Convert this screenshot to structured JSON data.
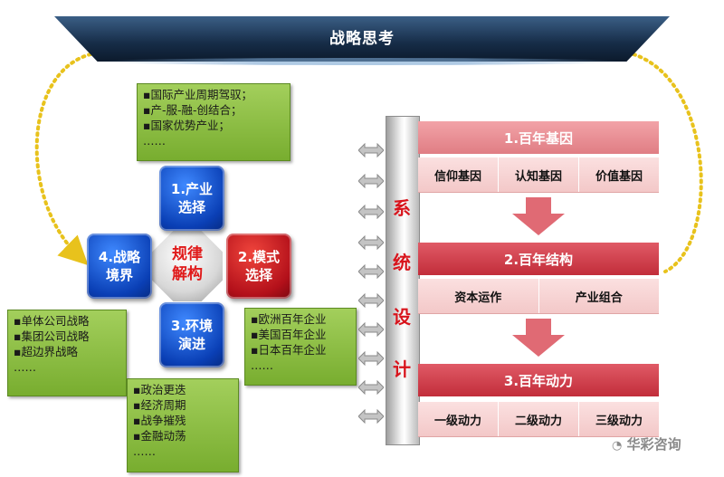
{
  "banner": {
    "title": "战略思考"
  },
  "center": {
    "title": "规律\n解构"
  },
  "tiles": {
    "industry": "1.产业\n选择",
    "mode": "2.模式\n选择",
    "environment": "3.环境\n演进",
    "boundary": "4.战略\n境界"
  },
  "notes": {
    "industry": [
      "▪国际产业周期驾驭；",
      "▪产-服-融-创结合；",
      "▪国家优势产业；",
      "……"
    ],
    "mode": [
      "▪欧洲百年企业",
      "▪美国百年企业",
      "▪日本百年企业",
      "……"
    ],
    "environment": [
      "▪政治更迭",
      "▪经济周期",
      "▪战争摧残",
      "▪金融动荡",
      "……"
    ],
    "boundary": [
      "▪单体公司战略",
      "▪集团公司战略",
      "▪超边界战略",
      "……"
    ]
  },
  "system": {
    "chars": [
      "系",
      "统",
      "设",
      "计"
    ]
  },
  "blocks": [
    {
      "title": "1.百年基因",
      "items": [
        "信仰基因",
        "认知基因",
        "价值基因"
      ]
    },
    {
      "title": "2.百年结构",
      "items": [
        "资本运作",
        "产业组合"
      ]
    },
    {
      "title": "3.百年动力",
      "items": [
        "一级动力",
        "二级动力",
        "三级动力"
      ]
    }
  ],
  "watermark": "华彩咨询",
  "colors": {
    "banner": "#1e3a5c",
    "note_green": "#8cc043",
    "tile_blue": "#0a44c4",
    "tile_red": "#c8141e",
    "header_red": "#d23c48",
    "row_pink": "#f8d4d4",
    "accent_red": "#d8141c",
    "loop_dots": "#e8c21c"
  }
}
